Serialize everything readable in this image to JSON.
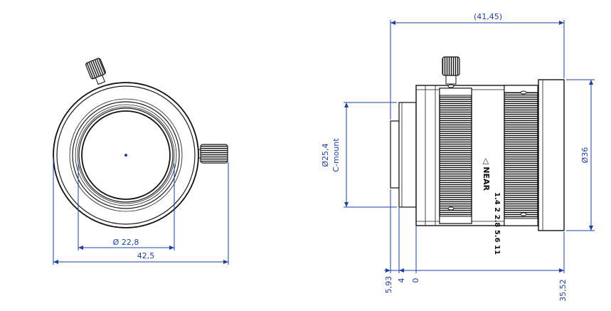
{
  "front_view": {
    "inner_diameter": "Ø 22,8",
    "outer_width": "42,5"
  },
  "side_view": {
    "length": "(41,45)",
    "mount_diameter": "Ø25,4",
    "mount_type": "C-mount",
    "body_diameter": "Ø36",
    "offset_a": "5,93",
    "offset_b": "4",
    "offset_zero": "0",
    "offset_c": "35,52",
    "focus_label": "◁ NEAR",
    "aperture_label": "1.4 2 2.8 5.6 11"
  },
  "colors": {
    "dimension": "#1c3fa8",
    "drawing": "#1a1a1a"
  }
}
